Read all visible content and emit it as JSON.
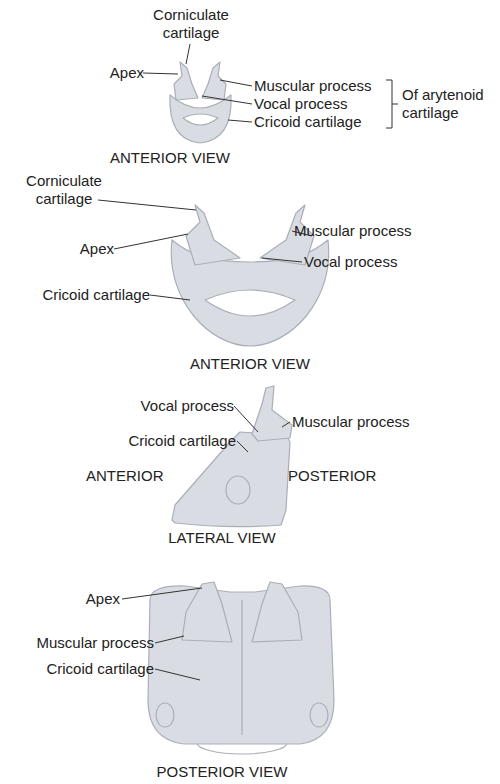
{
  "diagram": {
    "labels": [
      "Corniculate cartilage",
      "Apex",
      "Muscular process",
      "Vocal process",
      "Cricoid cartilage",
      "Of arytenoid cartilage",
      "ANTERIOR VIEW",
      "Corniculate cartilage",
      "Apex",
      "Muscular process",
      "Vocal process",
      "Cricoid cartilage",
      "ANTERIOR VIEW",
      "Vocal process",
      "Muscular process",
      "Cricoid cartilage",
      "ANTERIOR",
      "POSTERIOR",
      "LATERAL VIEW",
      "Apex",
      "Muscular process",
      "Cricoid cartilage",
      "POSTERIOR VIEW"
    ]
  }
}
